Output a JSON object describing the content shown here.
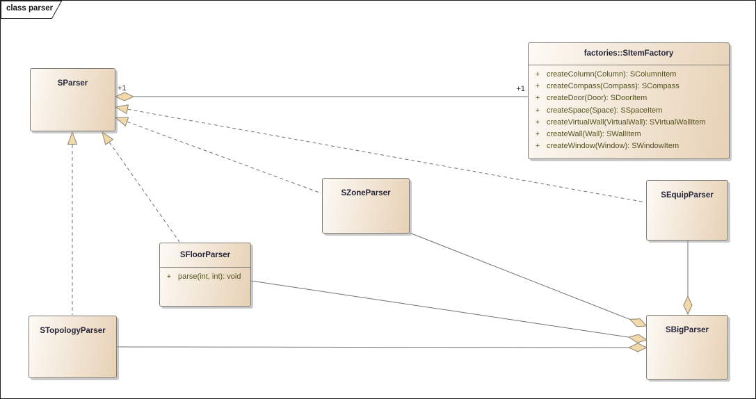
{
  "frame": {
    "label": "class parser"
  },
  "colors": {
    "box_fill_start": "#fdfaf5",
    "box_fill_end": "#e7d1b5",
    "box_border": "#7d7d75",
    "title_text": "#26263a",
    "member_text": "#52521f",
    "line": "#6f6f6f",
    "marker_fill": "#f2d9a9",
    "marker_stroke": "#8a8274",
    "label_text": "#2f2f3a"
  },
  "classes": {
    "sparser": {
      "name": "SParser"
    },
    "factory": {
      "name": "factories::SItemFactory",
      "methods": [
        {
          "vis": "+",
          "sig": "createColumn(Column): SColumnItem"
        },
        {
          "vis": "+",
          "sig": "createCompass(Compass): SCompass"
        },
        {
          "vis": "+",
          "sig": "createDoor(Door): SDoorItem"
        },
        {
          "vis": "+",
          "sig": "createSpace(Space): SSpaceItem"
        },
        {
          "vis": "+",
          "sig": "createVirtualWall(VirtualWall): SVirtualWallItem"
        },
        {
          "vis": "+",
          "sig": "createWall(Wall): SWallItem"
        },
        {
          "vis": "+",
          "sig": "createWindow(Window): SWindowItem"
        }
      ]
    },
    "szone": {
      "name": "SZoneParser"
    },
    "sequip": {
      "name": "SEquipParser"
    },
    "sfloor": {
      "name": "SFloorParser",
      "methods": [
        {
          "vis": "+",
          "sig": "parse(int, int): void"
        }
      ]
    },
    "stopo": {
      "name": "STopologyParser"
    },
    "sbig": {
      "name": "SBigParser"
    }
  },
  "connectors": {
    "sparser_factory": {
      "type": "aggregation",
      "line": "solid",
      "source": "SParser",
      "target": "factories::SItemFactory",
      "source_label": "+1",
      "target_label": "+1"
    },
    "sequip_sparser": {
      "type": "realization",
      "line": "dashed",
      "source": "SEquipParser",
      "target": "SParser"
    },
    "szone_sparser": {
      "type": "realization",
      "line": "dashed",
      "source": "SZoneParser",
      "target": "SParser"
    },
    "stopo_sparser": {
      "type": "realization",
      "line": "dashed",
      "source": "STopologyParser",
      "target": "SParser"
    },
    "sfloor_sparser": {
      "type": "realization",
      "line": "dashed",
      "source": "SFloorParser",
      "target": "SParser"
    },
    "sbig_szone": {
      "type": "aggregation",
      "line": "solid",
      "source": "SZoneParser",
      "target": "SBigParser"
    },
    "sbig_sfloor": {
      "type": "aggregation",
      "line": "solid",
      "source": "SFloorParser",
      "target": "SBigParser"
    },
    "sbig_stopo": {
      "type": "aggregation",
      "line": "solid",
      "source": "STopologyParser",
      "target": "SBigParser"
    },
    "sbig_sequip": {
      "type": "aggregation",
      "line": "solid",
      "source": "SEquipParser",
      "target": "SBigParser"
    }
  }
}
